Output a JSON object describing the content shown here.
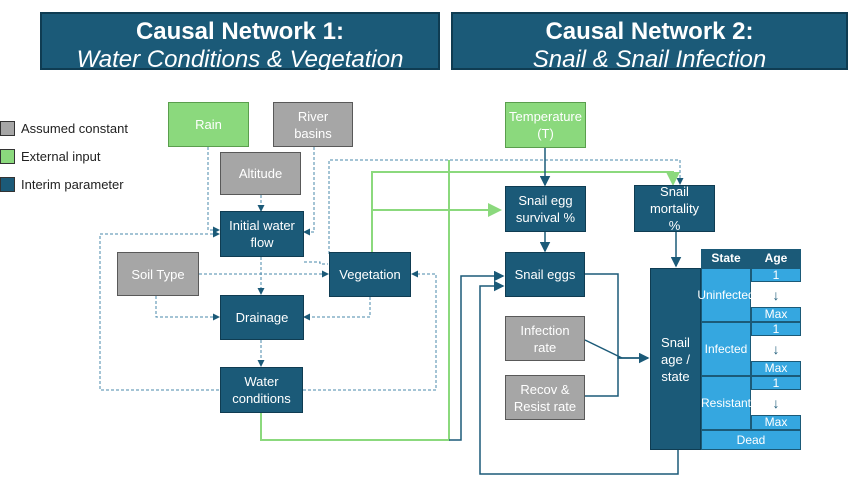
{
  "headers": [
    {
      "title": "Causal Network 1:",
      "subtitle": "Water Conditions & Vegetation"
    },
    {
      "title": "Causal Network 2:",
      "subtitle": "Snail & Snail Infection"
    }
  ],
  "legend": [
    {
      "label": "Assumed constant",
      "color": "#a6a6a6"
    },
    {
      "label": "External input",
      "color": "#8bd97d"
    },
    {
      "label": "Interim parameter",
      "color": "#1b5a78"
    }
  ],
  "nodes": {
    "rain": "Rain",
    "river_basins": "River basins",
    "altitude": "Altitude",
    "initial_water_flow": "Initial water flow",
    "soil_type": "Soil Type",
    "vegetation": "Vegetation",
    "drainage": "Drainage",
    "water_conditions": "Water conditions",
    "temperature": "Temperature (T)",
    "snail_egg_survival": "Snail egg survival %",
    "snail_mortality": "Snail mortality %",
    "snail_eggs": "Snail eggs",
    "infection_rate": "Infection rate",
    "recov_resist_rate": "Recov & Resist rate",
    "snail_age_state": "Snail age / state"
  },
  "state_table": {
    "headers": [
      "State",
      "Age"
    ],
    "states": [
      {
        "state": "Uninfected",
        "age_start": "1",
        "age_end": "Max"
      },
      {
        "state": "Infected",
        "age_start": "1",
        "age_end": "Max"
      },
      {
        "state": "Resistant",
        "age_start": "1",
        "age_end": "Max"
      }
    ],
    "dead": "Dead"
  }
}
